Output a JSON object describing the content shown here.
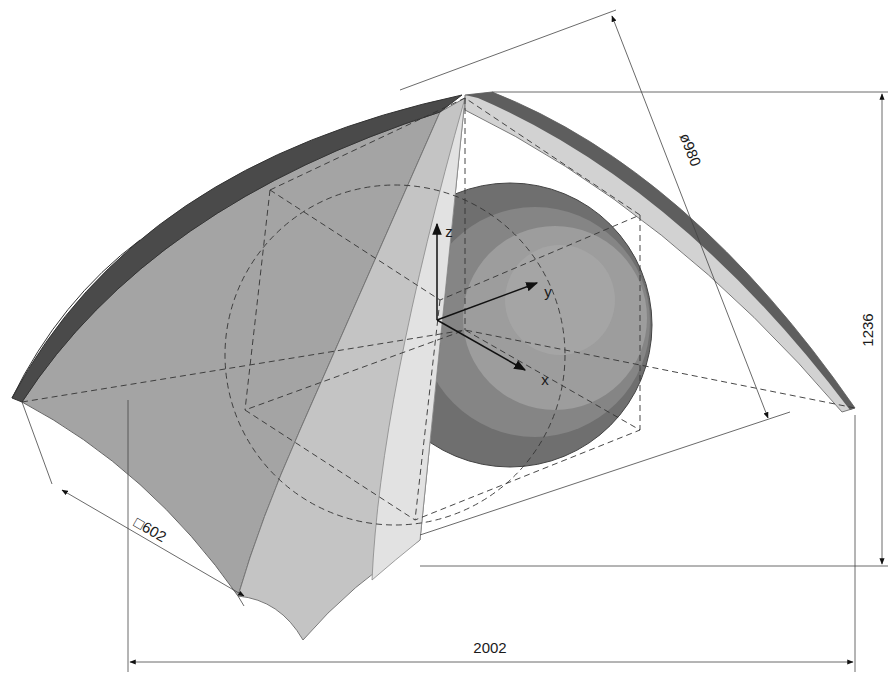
{
  "diagram": {
    "labels": [
      "ø980",
      "□602",
      "2002",
      "1236",
      "z",
      "y",
      "x"
    ]
  }
}
